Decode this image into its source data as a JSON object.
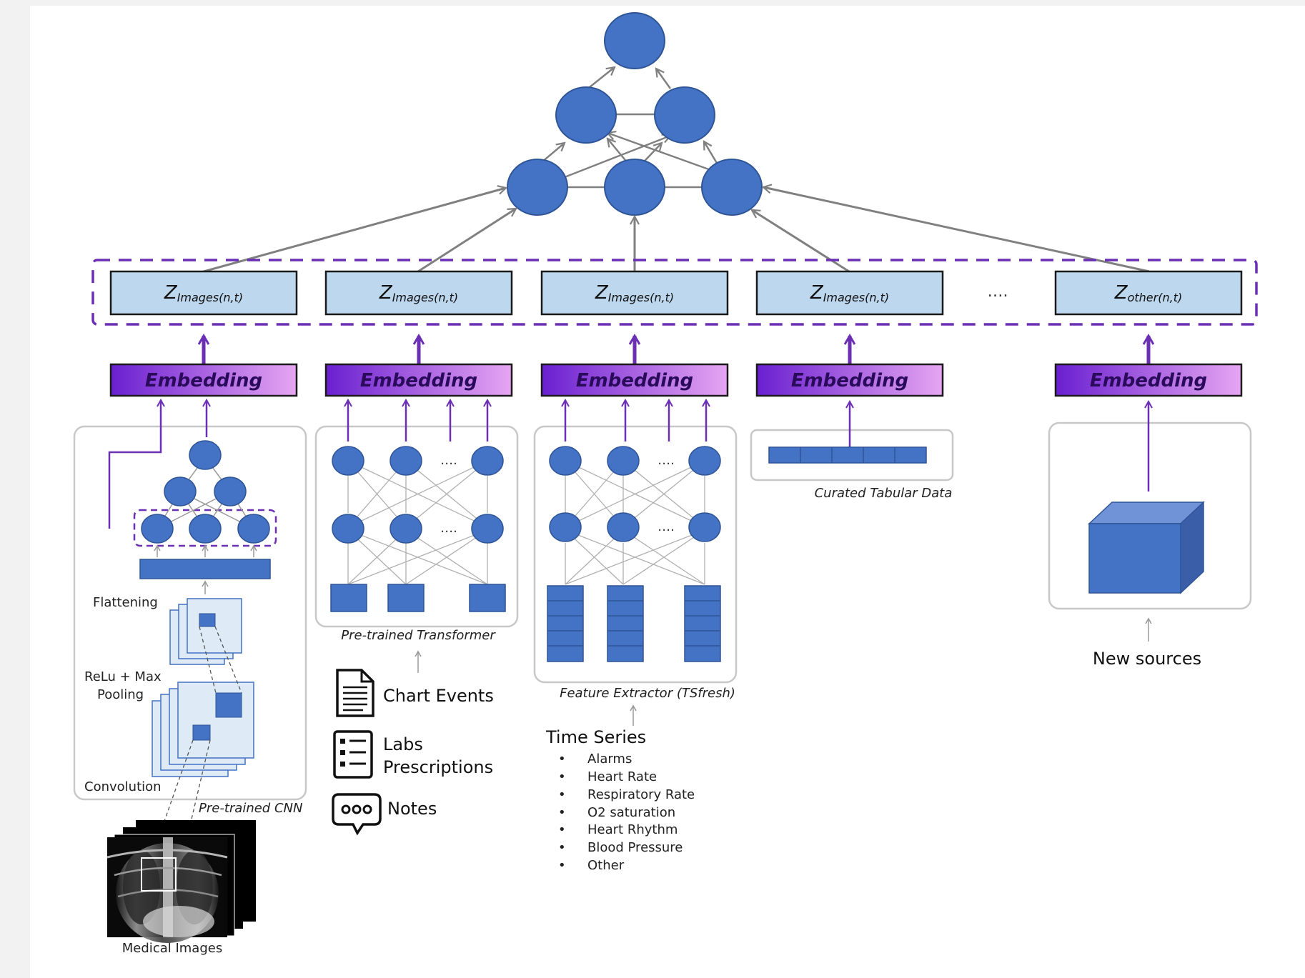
{
  "colors": {
    "node_fill": "#4472C4",
    "node_stroke": "#2F5597",
    "z_box_fill": "#BDD7EE",
    "embed_left": "#6A1FD0",
    "embed_right": "#E6A6F2",
    "purple_arrow": "#6B2FB3",
    "dashed_border": "#6B2FB3",
    "grey_line": "#8A8A8A",
    "panel_border": "#C8C8C8"
  },
  "latent_boxes": [
    {
      "z": "Z",
      "sub": "Images(n,t)"
    },
    {
      "z": "Z",
      "sub": "Images(n,t)"
    },
    {
      "z": "Z",
      "sub": "Images(n,t)"
    },
    {
      "z": "Z",
      "sub": "Images(n,t)"
    },
    {
      "z": "Z",
      "sub": "other(n,t)"
    }
  ],
  "latent_ellipsis": "….",
  "embedding_label": "Embedding",
  "cnn": {
    "caption": "Pre-trained CNN",
    "flattening": "Flattening",
    "relu_line1": "ReLu + Max",
    "relu_line2": "Pooling",
    "convolution": "Convolution",
    "medical_images": "Medical Images"
  },
  "transformer": {
    "caption": "Pre-trained Transformer",
    "ellipsis": "….",
    "sources": [
      {
        "icon": "document-icon",
        "label": "Chart Events"
      },
      {
        "icon": "checklist-icon",
        "label_line1": "Labs",
        "label_line2": "Prescriptions"
      },
      {
        "icon": "chat-bubble-icon",
        "label": "Notes"
      }
    ]
  },
  "feature_extractor": {
    "caption": "Feature Extractor (TSfresh)",
    "ellipsis": "….",
    "time_series_title": "Time Series",
    "time_series_items": [
      "Alarms",
      "Heart Rate",
      "Respiratory Rate",
      "O2 saturation",
      "Heart Rhythm",
      "Blood Pressure",
      "Other"
    ]
  },
  "tabular": {
    "caption": "Curated Tabular Data"
  },
  "new_sources": {
    "label": "New sources"
  }
}
